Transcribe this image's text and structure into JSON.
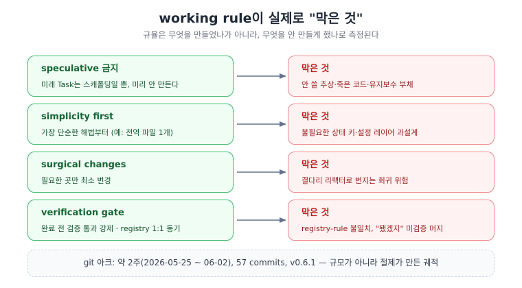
{
  "title": "working rule이 실제로 \"막은 것\"",
  "subtitle": "규율은 무엇을 만들었나가 아니라, 무엇을 안 만들게 했나로 측정된다",
  "rows": [
    {
      "rule": "speculative 금지",
      "rule_desc": "미래 Task는 스캐폴딩일 뿐, 미리 안 만든다",
      "blocked_label": "막은 것",
      "blocked_desc": "안 쓸 추상·죽은 코드·유지보수 부채"
    },
    {
      "rule": "simplicity first",
      "rule_desc": "가장 단순한 해법부터 (예: 전역 파일 1개)",
      "blocked_label": "막은 것",
      "blocked_desc": "불필요한 상태 키·설정 레이어 과설계"
    },
    {
      "rule": "surgical changes",
      "rule_desc": "필요한 곳만 최소 변경",
      "blocked_label": "막은 것",
      "blocked_desc": "결다리 리팩터로 번지는 회귀 위험"
    },
    {
      "rule": "verification gate",
      "rule_desc": "완료 전 검증 통과 강제 · registry 1:1 동기",
      "blocked_label": "막은 것",
      "blocked_desc": "registry-rule 불일치, \"됐겠지\" 미검증 머지"
    }
  ],
  "footer": "git 아크: 약 2주(2026-05-25 ~ 06-02), 57 commits, v0.6.1 — 규모가 아니라 절제가 만든 궤적",
  "colors": {
    "rule_border": "#3dbb6a",
    "rule_fill": "#f0fdf4",
    "blocked_border": "#f08a8a",
    "blocked_fill": "#fef2f2",
    "arrow": "#64748b"
  }
}
